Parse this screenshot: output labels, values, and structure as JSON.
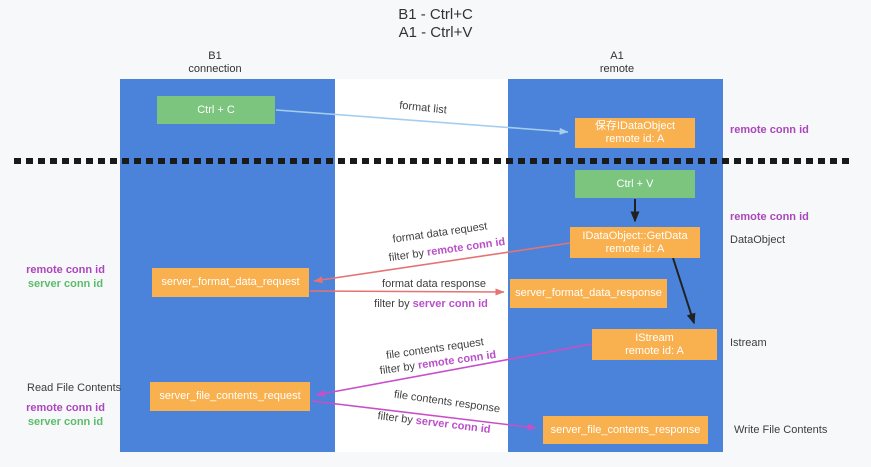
{
  "title": {
    "line1": "B1 - Ctrl+C",
    "line2": "A1 - Ctrl+V"
  },
  "columns": {
    "left": {
      "header_line1": "B1",
      "header_line2": "connection"
    },
    "right": {
      "header_line1": "A1",
      "header_line2": "remote"
    }
  },
  "boxes": {
    "ctrl_c": "Ctrl + C",
    "ctrl_v": "Ctrl + V",
    "save_idataobject": {
      "line1": "保存IDataObject",
      "line2": "remote id: A"
    },
    "getdata": {
      "line1": "IDataObject::GetData",
      "line2": "remote id: A"
    },
    "istream": {
      "line1": "IStream",
      "line2": "remote id: A"
    },
    "format_request": "server_format_data_request",
    "format_response": "server_format_data_response",
    "file_request": "server_file_contents_request",
    "file_response": "server_file_contents_response"
  },
  "side_labels": {
    "right_remote_conn_top": "remote conn id",
    "right_remote_conn_mid": "remote conn id",
    "right_dataobject": "DataObject",
    "right_istream": "Istream",
    "right_write_file": "Write File Contents",
    "left_remote_conn_mid": "remote conn id",
    "left_server_conn_mid": "server conn id",
    "left_read_file": "Read File Contents",
    "left_remote_conn_bottom": "remote conn id",
    "left_server_conn_bottom": "server conn id"
  },
  "arrow_labels": {
    "format_list": "format list",
    "format_data_request": "format data request",
    "format_data_response": "format data response",
    "file_contents_request": "file contents request",
    "file_contents_response": "file contents response",
    "filter_by": "filter by ",
    "remote_conn_id": "remote conn id",
    "server_conn_id": "server conn id"
  },
  "colors": {
    "background": "#f7f8f9",
    "lane_white": "#ffffff",
    "column_blue": "#4a83d9",
    "box_green": "#7cc57e",
    "box_orange": "#f9b04e",
    "arrow_lightblue": "#a5cdf0",
    "arrow_red": "#e57373",
    "arrow_magenta": "#c94fc9",
    "arrow_black": "#212121",
    "separator_black": "#1a1a1a",
    "label_purple": "#ab47bc",
    "label_green": "#5bbd6b",
    "label_dark": "#3d3d3d"
  }
}
